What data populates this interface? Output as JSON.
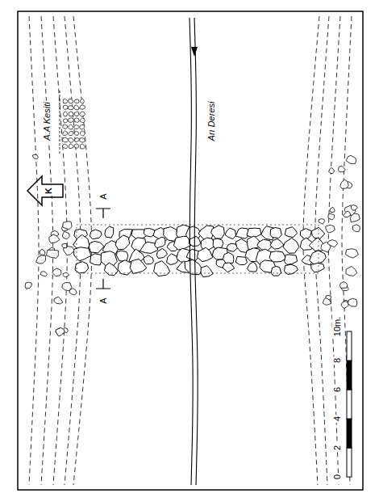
{
  "diagram": {
    "labels": [
      "A.A Kesiti",
      "A",
      "A",
      "K",
      "Arı Deresi",
      "0",
      "2",
      "4",
      "6",
      "8",
      "10m."
    ]
  }
}
